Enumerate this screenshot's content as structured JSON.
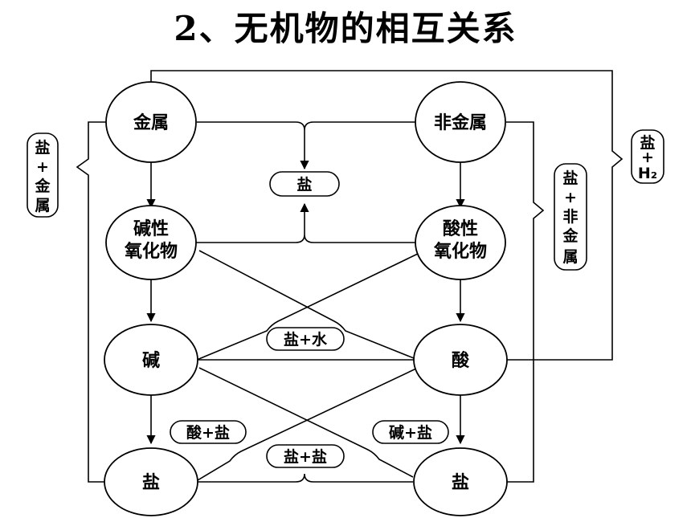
{
  "title": "2、无机物的相互关系",
  "nodes": {
    "metal": "金属",
    "nonmetal": "非金属",
    "basic_oxide_line1": "碱性",
    "basic_oxide_line2": "氧化物",
    "acidic_oxide_line1": "酸性",
    "acidic_oxide_line2": "氧化物",
    "base": "碱",
    "acid": "酸",
    "salt_left": "盐",
    "salt_right": "盐"
  },
  "labels": {
    "salt_center": "盐",
    "salt_water": "盐+水",
    "acid_salt": "酸+盐",
    "base_salt": "碱+盐",
    "salt_salt": "盐+盐",
    "salt_metal": [
      "盐",
      "+",
      "金",
      "属"
    ],
    "salt_nonmetal": [
      "盐",
      "+",
      "非",
      "金",
      "属"
    ],
    "salt_h2": [
      "盐",
      "+",
      "H₂"
    ]
  }
}
